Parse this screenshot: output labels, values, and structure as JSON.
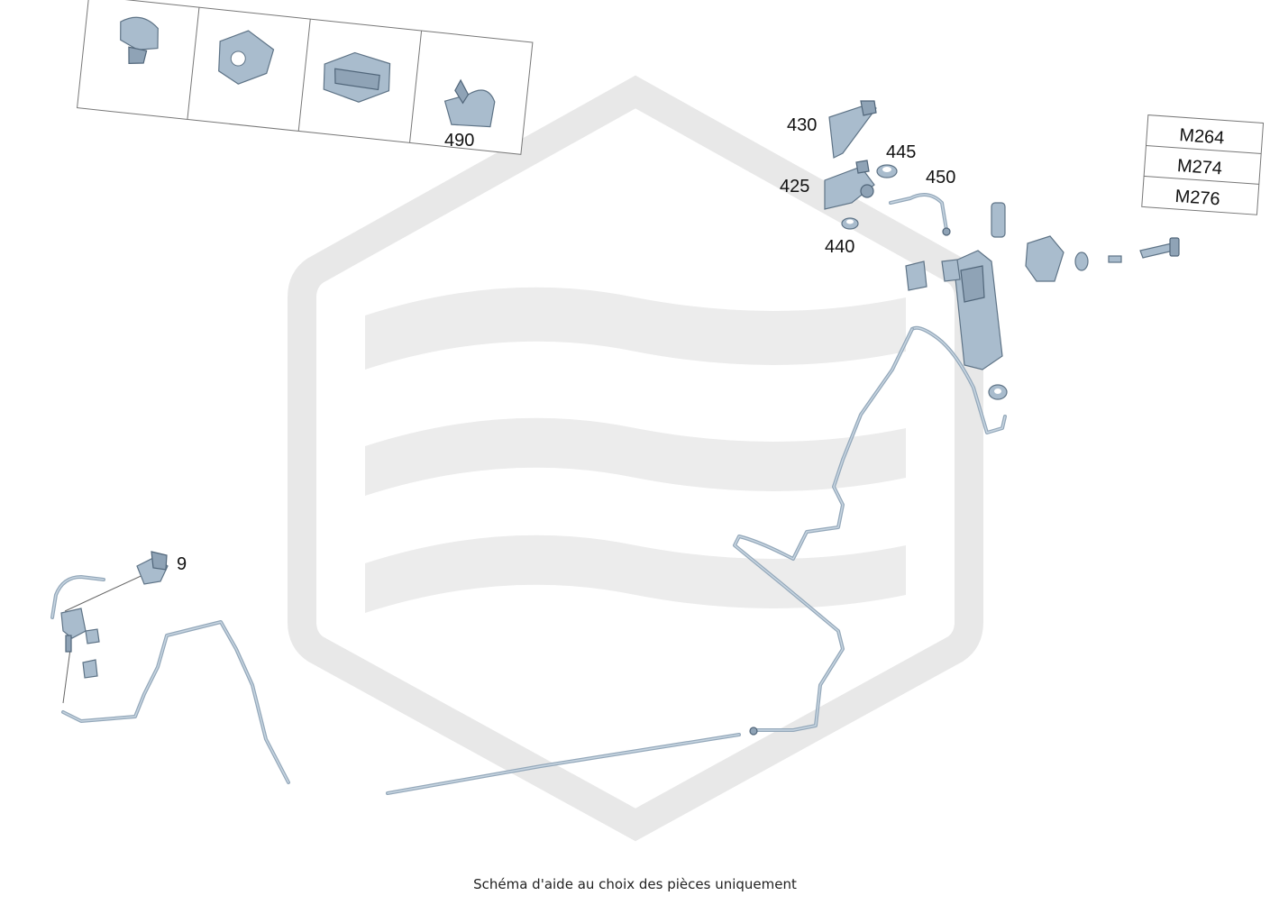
{
  "callouts": {
    "c430": "430",
    "c445": "445",
    "c425": "425",
    "c450": "450",
    "c440": "440",
    "c490": "490",
    "c9": "9"
  },
  "variants": [
    "M264",
    "M274",
    "M276"
  ],
  "caption": "Schéma d'aide au choix des pièces uniquement",
  "colors": {
    "part": "#a9bccd",
    "watermark": "#e8e8e8"
  }
}
